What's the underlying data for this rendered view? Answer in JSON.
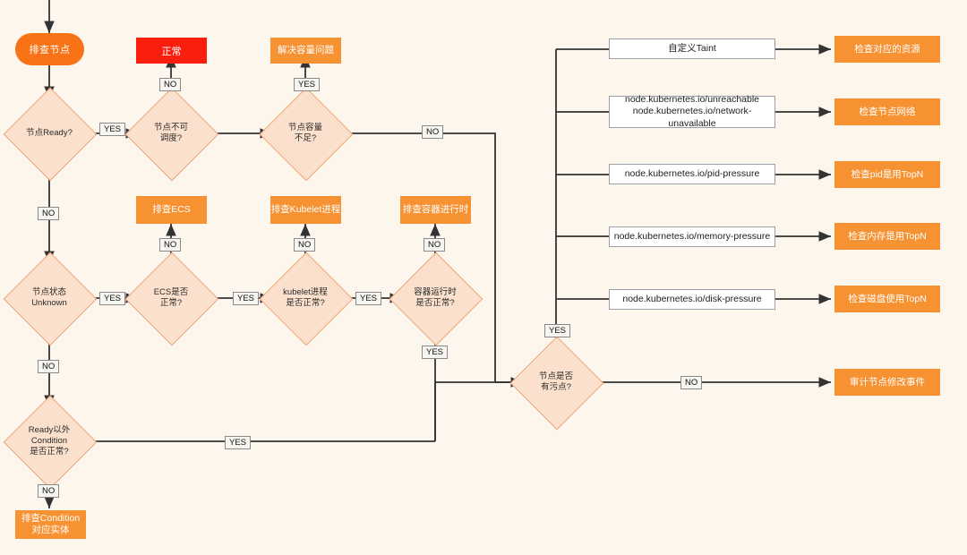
{
  "diagram": {
    "title": "Kubernetes node troubleshooting flowchart",
    "background_color": "#fdf6ec",
    "colors": {
      "orange": "#f79232",
      "orange_pill": "#f97316",
      "red": "#fa1e0e",
      "diamond_fill": "#fbe0cd",
      "diamond_stroke": "#f0a67a",
      "line": "#333333",
      "white_box": "#ffffff"
    }
  },
  "nodes": {
    "start": "排查节点",
    "d_node_ready": "节点Ready?",
    "d_node_unschedulable": "节点不可\n调度?",
    "d_node_capacity": "节点容量\n不足?",
    "normal": "正常",
    "fix_capacity": "解决容量问题",
    "d_node_unknown": "节点状态\nUnknown",
    "d_ecs_ok": "ECS是否\n正常?",
    "d_kubelet_ok": "kubelet进程\n是否正常?",
    "d_runtime_ok": "容器运行时\n是否正常?",
    "check_ecs": "排查ECS",
    "check_kubelet": "排查Kubelet进程",
    "check_runtime": "排查容器进行时",
    "d_other_condition": "Ready以外\nCondition\n是否正常?",
    "check_condition_entity": "排查Condition\n对应实体",
    "d_node_taint": "节点是否\n有污点?",
    "audit_node_events": "审计节点修改事件"
  },
  "taints": [
    {
      "name": "自定义Taint",
      "action": "检查对应的资源"
    },
    {
      "name": "node.kubernetes.io/unreachable\nnode.kubernetes.io/network-unavailable",
      "action": "检查节点网络"
    },
    {
      "name": "node.kubernetes.io/pid-pressure",
      "action": "检查pid是用TopN"
    },
    {
      "name": "node.kubernetes.io/memory-pressure",
      "action": "检查内存是用TopN"
    },
    {
      "name": "node.kubernetes.io/disk-pressure",
      "action": "检查磁盘使用TopN"
    }
  ],
  "edge_labels": {
    "yes": "YES",
    "no": "NO"
  },
  "edges": [
    {
      "from": "d_node_ready",
      "to": "d_node_unschedulable",
      "label": "YES"
    },
    {
      "from": "d_node_ready",
      "to": "d_node_unknown",
      "label": "NO"
    },
    {
      "from": "d_node_unschedulable",
      "to": "normal",
      "label": "NO"
    },
    {
      "from": "d_node_unschedulable",
      "to": "d_node_capacity",
      "label": ""
    },
    {
      "from": "d_node_capacity",
      "to": "fix_capacity",
      "label": "YES"
    },
    {
      "from": "d_node_capacity",
      "to": "d_node_taint",
      "label": "NO"
    },
    {
      "from": "d_node_unknown",
      "to": "d_ecs_ok",
      "label": "YES"
    },
    {
      "from": "d_node_unknown",
      "to": "d_other_condition",
      "label": "NO"
    },
    {
      "from": "d_ecs_ok",
      "to": "check_ecs",
      "label": "NO"
    },
    {
      "from": "d_ecs_ok",
      "to": "d_kubelet_ok",
      "label": "YES"
    },
    {
      "from": "d_kubelet_ok",
      "to": "check_kubelet",
      "label": "NO"
    },
    {
      "from": "d_kubelet_ok",
      "to": "d_runtime_ok",
      "label": "YES"
    },
    {
      "from": "d_runtime_ok",
      "to": "check_runtime",
      "label": "NO"
    },
    {
      "from": "d_runtime_ok",
      "to": "d_node_taint",
      "label": "YES"
    },
    {
      "from": "d_other_condition",
      "to": "d_node_taint",
      "label": "YES"
    },
    {
      "from": "d_other_condition",
      "to": "check_condition_entity",
      "label": "NO"
    },
    {
      "from": "d_node_taint",
      "to": "taint_list",
      "label": "YES"
    },
    {
      "from": "d_node_taint",
      "to": "audit_node_events",
      "label": "NO"
    }
  ]
}
